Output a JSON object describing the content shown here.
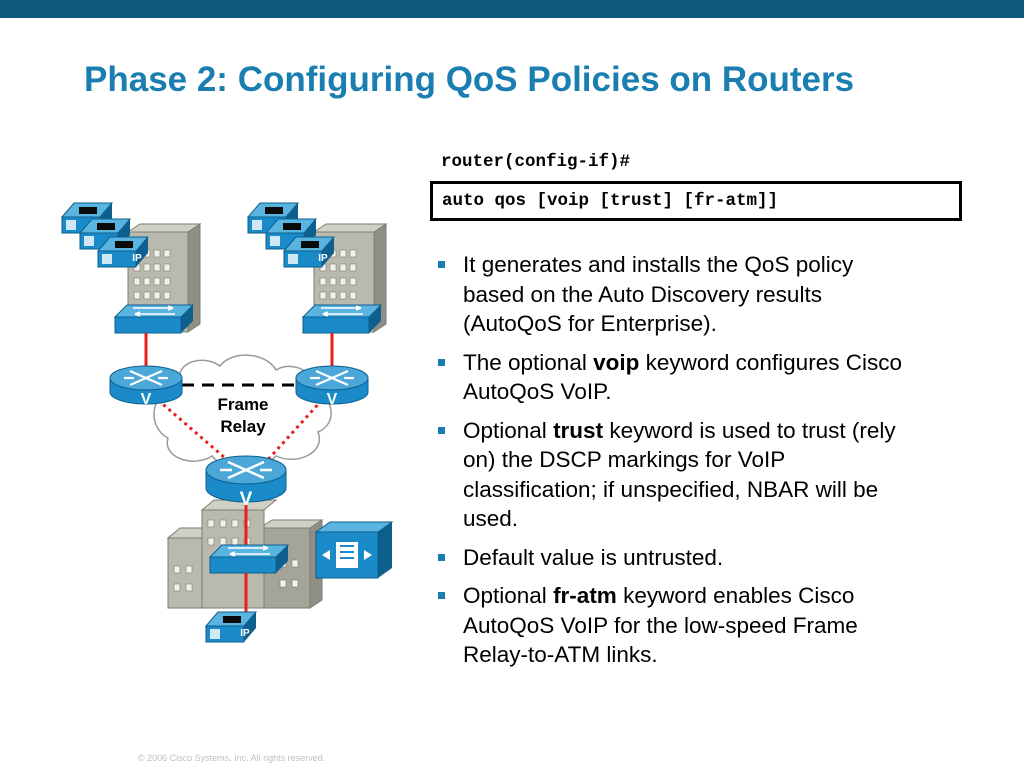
{
  "slide": {
    "title": "Phase 2: Configuring QoS Policies on Routers",
    "footer": "© 2006 Cisco Systems, Inc. All rights reserved."
  },
  "cli": {
    "prompt": "router(config-if)#",
    "command": "auto qos [voip [trust] [fr-atm]]"
  },
  "bullets": [
    {
      "before": "It generates and installs the QoS policy based on the Auto Discovery results (AutoQoS for Enterprise).",
      "keyword": "",
      "after": ""
    },
    {
      "before": "The optional ",
      "keyword": "voip",
      "after": " keyword configures Cisco AutoQoS VoIP."
    },
    {
      "before": "Optional ",
      "keyword": "trust",
      "after": " keyword is used to trust (rely on) the DSCP markings for VoIP classification; if unspecified, NBAR will be used."
    },
    {
      "before": "Default value is untrusted.",
      "keyword": "",
      "after": ""
    },
    {
      "before": "Optional ",
      "keyword": "fr-atm",
      "after": " keyword enables Cisco AutoQoS VoIP for the low-speed Frame Relay-to-ATM links."
    }
  ],
  "diagram": {
    "cloud_label": [
      "Frame",
      "Relay"
    ],
    "phone_label": "IP",
    "router_label": "V",
    "colors": {
      "device_blue": "#1a8ac8",
      "device_blue_dark": "#0e5f8e",
      "building": "#b9b9ad",
      "building_dark": "#8f8f84",
      "link_red": "#e8201a",
      "cloud_stroke": "#9a9a9a"
    }
  }
}
